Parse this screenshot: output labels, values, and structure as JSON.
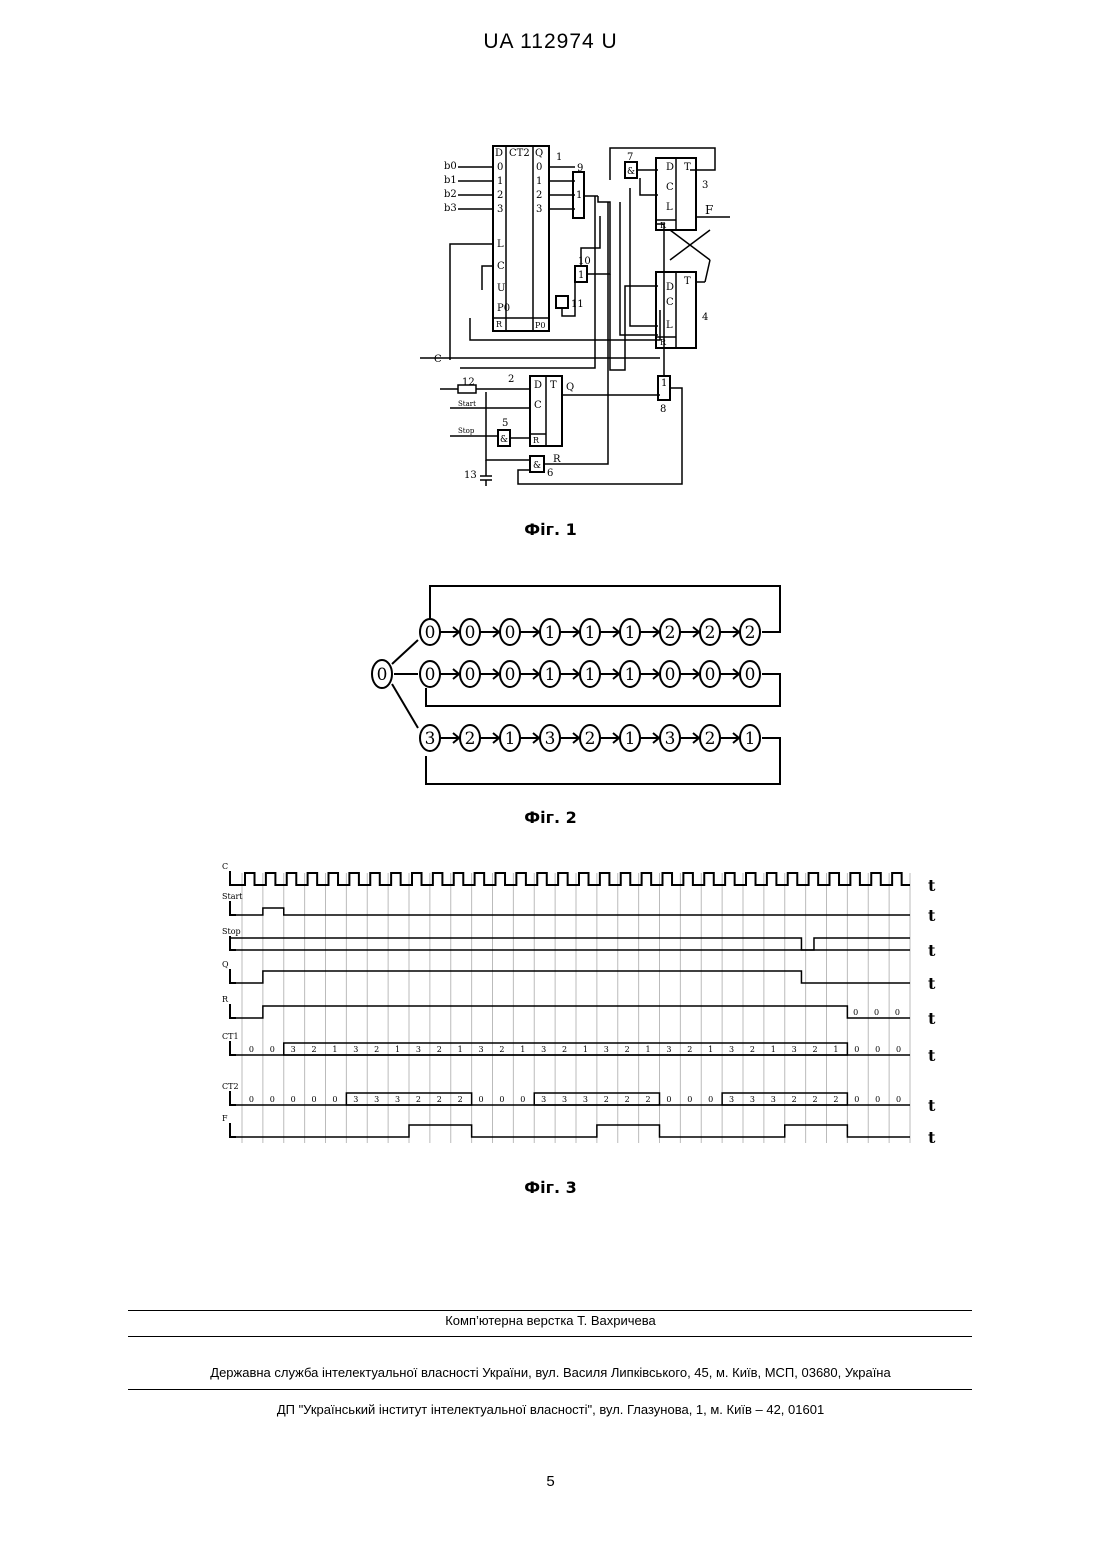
{
  "header": {
    "patent_number": "UA   112974   U"
  },
  "fig1": {
    "caption": "Фіг. 1",
    "inputs": [
      "b0",
      "b1",
      "b2",
      "b3"
    ],
    "counter_label": "CT2",
    "counter_in_pins": [
      "0",
      "1",
      "2",
      "3"
    ],
    "counter_out_pins": [
      "0",
      "1",
      "2",
      "3"
    ],
    "labels": {
      "D": "D",
      "Q": "Q",
      "L": "L",
      "C": "C",
      "U": "U",
      "P0": "P0",
      "R": "R",
      "PQ": "P0",
      "T": "T",
      "F": "F",
      "start": "Start",
      "stop": "Stop",
      "clock": "C",
      "n1": "1",
      "n2": "2",
      "n3": "3",
      "n4": "4",
      "n5": "5",
      "n6": "6",
      "n7": "7",
      "n8": "8",
      "n9": "9",
      "n10": "10",
      "n11": "11",
      "n12": "12",
      "n13": "13",
      "and": "&",
      "or": "1",
      "q_out": "Q",
      "r_out": "R"
    }
  },
  "fig2": {
    "caption": "Фіг. 2",
    "start_state": "0",
    "rows": [
      [
        "0",
        "0",
        "0",
        "1",
        "1",
        "1",
        "2",
        "2",
        "2"
      ],
      [
        "0",
        "0",
        "0",
        "1",
        "1",
        "1",
        "0",
        "0",
        "0"
      ],
      [
        "3",
        "2",
        "1",
        "3",
        "2",
        "1",
        "3",
        "2",
        "1"
      ]
    ]
  },
  "fig3": {
    "caption": "Фіг. 3",
    "axis_label": "t",
    "signals": [
      "C",
      "Start",
      "Stop",
      "Q",
      "R",
      "CT1",
      "CT2",
      "F"
    ],
    "ct1_values": [
      "0",
      "0",
      "3",
      "2",
      "1",
      "3",
      "2",
      "1",
      "3",
      "2",
      "1",
      "3",
      "2",
      "1",
      "3",
      "2",
      "1",
      "3",
      "2",
      "1",
      "3",
      "2",
      "1",
      "3",
      "2",
      "1",
      "3",
      "2",
      "1",
      "0",
      "0",
      "0"
    ],
    "ct2_values": [
      "0",
      "0",
      "0",
      "0",
      "0",
      "3",
      "3",
      "3",
      "2",
      "2",
      "2",
      "0",
      "0",
      "0",
      "3",
      "3",
      "3",
      "2",
      "2",
      "2",
      "0",
      "0",
      "0",
      "3",
      "3",
      "3",
      "2",
      "2",
      "2",
      "0",
      "0",
      "0"
    ],
    "r_tail": [
      "0",
      "0",
      "0"
    ]
  },
  "footer": {
    "layout": "Комп’ютерна верстка Т. Вахричева",
    "office": "Державна служба інтелектуальної власності України, вул. Василя Липківського, 45, м. Київ, МСП, 03680, Україна",
    "institute": "ДП \"Український інститут інтелектуальної власності\", вул. Глазунова, 1, м. Київ – 42, 01601",
    "page": "5"
  }
}
